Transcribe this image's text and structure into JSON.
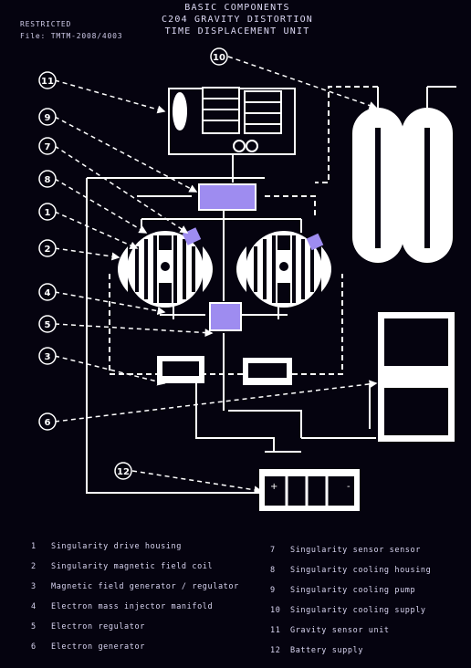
{
  "header": {
    "title_line1": "BASIC COMPONENTS",
    "title_line2": "C204 GRAVITY DISTORTION",
    "title_line3": "TIME DISPLACEMENT UNIT",
    "classification": "RESTRICTED",
    "file_ref": "File: TMTM-2008/4003"
  },
  "callouts": [
    "1",
    "2",
    "3",
    "4",
    "5",
    "6",
    "7",
    "8",
    "9",
    "10",
    "11",
    "12"
  ],
  "battery": {
    "plus": "+",
    "minus": "-"
  },
  "legend": [
    {
      "num": "1",
      "text": "Singularity drive housing"
    },
    {
      "num": "2",
      "text": "Singularity magnetic field coil"
    },
    {
      "num": "3",
      "text": "Magnetic field generator / regulator"
    },
    {
      "num": "4",
      "text": "Electron mass injector manifold"
    },
    {
      "num": "5",
      "text": "Electron regulator"
    },
    {
      "num": "6",
      "text": "Electron generator"
    },
    {
      "num": "7",
      "text": "Singularity sensor sensor"
    },
    {
      "num": "8",
      "text": "Singularity cooling housing"
    },
    {
      "num": "9",
      "text": "Singularity cooling pump"
    },
    {
      "num": "10",
      "text": "Singularity cooling supply"
    },
    {
      "num": "11",
      "text": "Gravity sensor unit"
    },
    {
      "num": "12",
      "text": "Battery supply"
    }
  ]
}
